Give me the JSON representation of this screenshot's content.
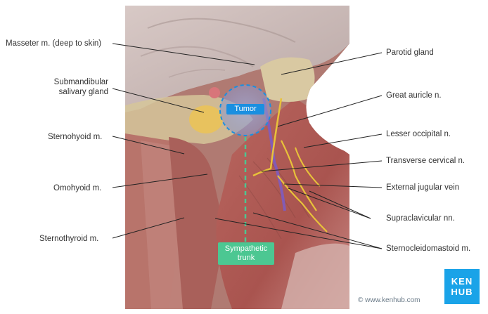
{
  "labels": {
    "masseter": "Masseter m. (deep to skin)",
    "submandibular_1": "Submandibular",
    "submandibular_2": "salivary gland",
    "sternohyoid": "Sternohyoid m.",
    "omohyoid": "Omohyoid m.",
    "sternothyroid": "Sternothyroid m.",
    "parotid": "Parotid gland",
    "great_auricle": "Great auricle n.",
    "lesser_occipital": "Lesser occipital n.",
    "transverse_cervical": "Transverse cervical n.",
    "external_jugular": "External jugular vein",
    "supraclavicular": "Supraclavicular nn.",
    "sternocleidomastoid": "Sternocleidomastoid m."
  },
  "tags": {
    "tumor": "Tumor",
    "sympathetic_1": "Sympathetic",
    "sympathetic_2": "trunk"
  },
  "logo": {
    "line1": "KEN",
    "line2": "HUB"
  },
  "copyright": "© www.kenhub.com",
  "colors": {
    "tumor_tag": "#1a8fe0",
    "sympathetic_tag": "#4cc792",
    "logo": "#1aa3e8",
    "leader_line": "#222222",
    "nerve": "#e8c23a",
    "vein": "#7b5cc7"
  }
}
